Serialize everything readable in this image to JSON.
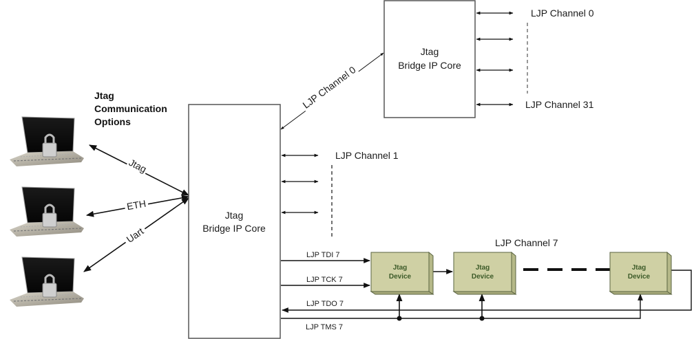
{
  "title": "Jtag Communication Options",
  "communication_options": {
    "heading": [
      "Jtag",
      "Communication",
      "Options"
    ],
    "links": [
      {
        "label": "Jtag",
        "host": "laptop-1"
      },
      {
        "label": "ETH",
        "host": "laptop-2"
      },
      {
        "label": "Uart",
        "host": "laptop-3"
      }
    ]
  },
  "main_bridge": {
    "title_line1": "Jtag",
    "title_line2": "Bridge IP Core"
  },
  "sub_bridge": {
    "title_line1": "Jtag",
    "title_line2": "Bridge IP Core"
  },
  "link_main_to_sub": "LJP Channel 0",
  "main_channels": {
    "first": "LJP Channel 1",
    "last": "LJP Channel 7"
  },
  "sub_channels": {
    "first": "LJP Channel 0",
    "last": "LJP Channel 31"
  },
  "signals": {
    "tdi": "LJP TDI 7",
    "tck": "LJP TCK 7",
    "tdo": "LJP TDO 7",
    "tms": "LJP TMS 7"
  },
  "devices": [
    {
      "line1": "Jtag",
      "line2": "Device"
    },
    {
      "line1": "Jtag",
      "line2": "Device"
    },
    {
      "line1": "Jtag",
      "line2": "Device"
    }
  ],
  "colors": {
    "device_fill": "#cfd0a4",
    "device_side": "#b5b888",
    "device_border": "#5a6340",
    "device_text": "#3c5a28",
    "line": "#111111",
    "box_border": "#555555"
  }
}
